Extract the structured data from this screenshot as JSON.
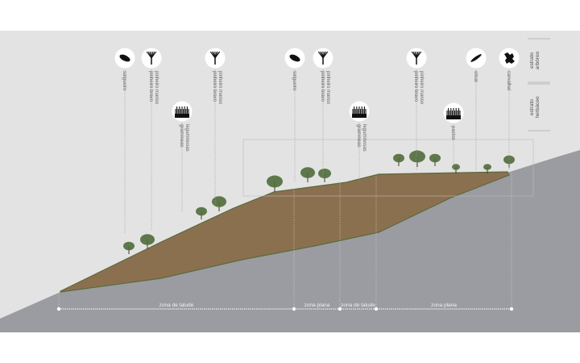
{
  "markers": [
    {
      "label": [
        "salgueiro"
      ],
      "icon": "willow-leaf-icon"
    },
    {
      "label": [
        "pinheiro bravo",
        "pinheiro manso"
      ],
      "icon": "pine-icon"
    },
    {
      "label": [
        "gramíneas",
        "leguminosas"
      ],
      "icon": "grass-icon"
    },
    {
      "label": [
        "pinheiro bravo",
        "pinheiro manso"
      ],
      "icon": "pine-icon"
    },
    {
      "label": [
        "salgueiro"
      ],
      "icon": "willow-leaf-icon"
    },
    {
      "label": [
        "pinheiro bravo",
        "pinheiro manso"
      ],
      "icon": "pine-icon"
    },
    {
      "label": [
        "gramíneas",
        "leguminosas"
      ],
      "icon": "grass-icon"
    },
    {
      "label": [
        "pinheiro bravo",
        "pinheiro manso"
      ],
      "icon": "pine-icon"
    },
    {
      "label": [
        "pastos"
      ],
      "icon": "pasture-icon"
    },
    {
      "label": [
        "olival"
      ],
      "icon": "olive-leaf-icon"
    },
    {
      "label": [
        "carvalhal"
      ],
      "icon": "oak-leaf-icon"
    }
  ],
  "strata": [
    {
      "label": [
        "estrato",
        "arbóreo"
      ]
    },
    {
      "label": [
        "estrato",
        "herbáceo"
      ]
    }
  ],
  "zones": [
    "zona de talude",
    "zona plana",
    "zona de talude",
    "zona plana"
  ],
  "colors": {
    "sky": "#e3e3e3",
    "rock": "#9a9ca1",
    "soil": "#8b7050",
    "tree": "#4f6b3a"
  }
}
